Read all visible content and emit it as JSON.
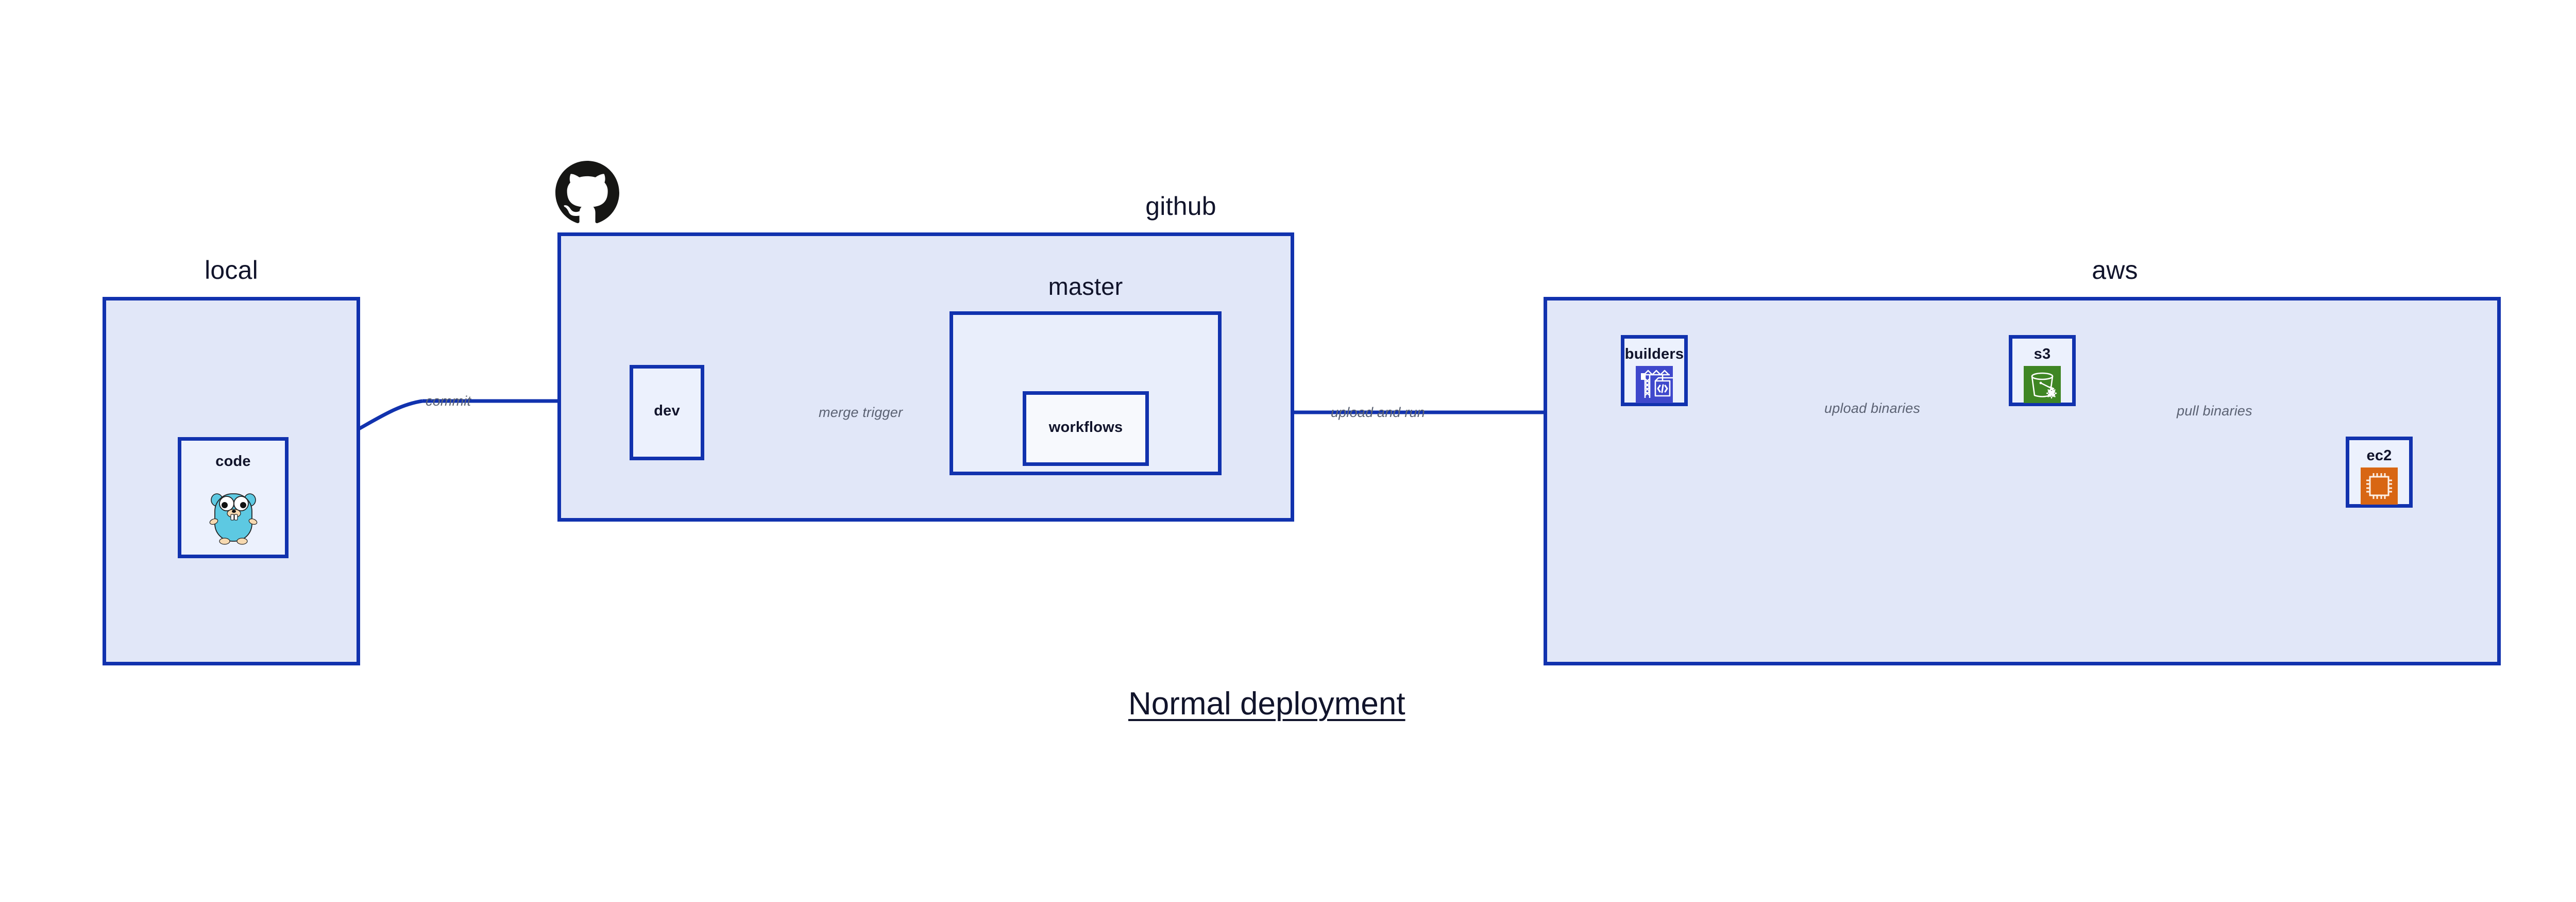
{
  "title": "Normal deployment",
  "colors": {
    "edge": "#1132AE",
    "group_fill": "#E1E7F8",
    "subgroup_fill": "#E9EEFB",
    "node_fill": "#ECF1FD",
    "node_white_fill": "#F7F9FD",
    "label_text": "#11142B",
    "edge_label_text": "#5B6273",
    "github_logo": "#161614",
    "gopher_body": "#5DC9E2",
    "builders_icon_bg": "#3F48CC",
    "s3_icon_bg": "#3F8624",
    "ec2_icon_bg": "#D86613"
  },
  "groups": {
    "local": {
      "label": "local"
    },
    "github": {
      "label": "github"
    },
    "master": {
      "label": "master"
    },
    "aws": {
      "label": "aws"
    }
  },
  "nodes": {
    "code": {
      "label": "code",
      "icon": "go-gopher-icon"
    },
    "dev": {
      "label": "dev"
    },
    "workflows": {
      "label": "workflows"
    },
    "builders": {
      "label": "builders",
      "icon": "aws-builders-crane-icon"
    },
    "s3": {
      "label": "s3",
      "icon": "aws-s3-bucket-icon"
    },
    "ec2": {
      "label": "ec2",
      "icon": "aws-ec2-chip-icon"
    }
  },
  "edges": [
    {
      "id": "commit",
      "label": "commit",
      "from": "code",
      "to": "dev"
    },
    {
      "id": "merge-trigger",
      "label": "merge trigger",
      "from": "dev",
      "to": "workflows"
    },
    {
      "id": "upload-and-run",
      "label": "upload and run",
      "from": "workflows",
      "to": "builders"
    },
    {
      "id": "upload-binaries",
      "label": "upload binaries",
      "from": "builders",
      "to": "s3"
    },
    {
      "id": "pull-binaries",
      "label": "pull binaries",
      "from": "s3",
      "to": "ec2"
    }
  ],
  "logos": {
    "github": "github-octocat-icon"
  }
}
